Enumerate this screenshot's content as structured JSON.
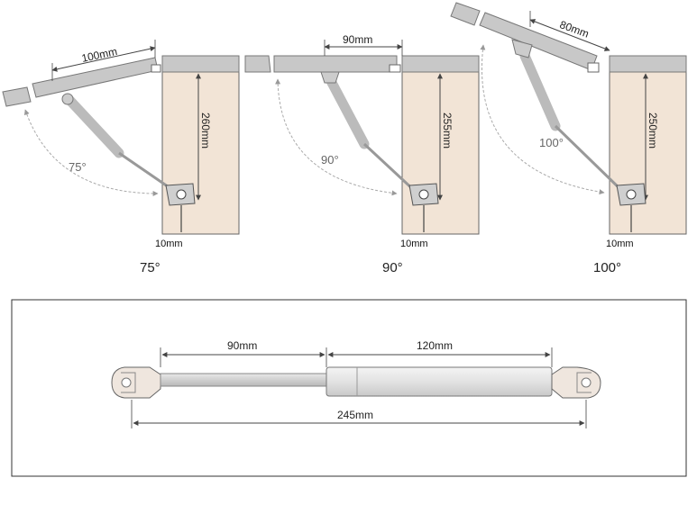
{
  "panels": [
    {
      "angle_label": "75°",
      "caption": "75°",
      "lid_dimension": "100mm",
      "height_dimension": "260mm",
      "offset_dimension": "10mm"
    },
    {
      "angle_label": "90°",
      "caption": "90°",
      "lid_dimension": "90mm",
      "height_dimension": "255mm",
      "offset_dimension": "10mm"
    },
    {
      "angle_label": "100°",
      "caption": "100°",
      "lid_dimension": "80mm",
      "height_dimension": "250mm",
      "offset_dimension": "10mm"
    }
  ],
  "strut": {
    "rod_length": "90mm",
    "cylinder_length": "120mm",
    "total_length": "245mm"
  },
  "colors": {
    "cabinet": "#f2e4d6",
    "lid": "#c8c8c8",
    "line": "#555555",
    "frame": "#333333"
  }
}
